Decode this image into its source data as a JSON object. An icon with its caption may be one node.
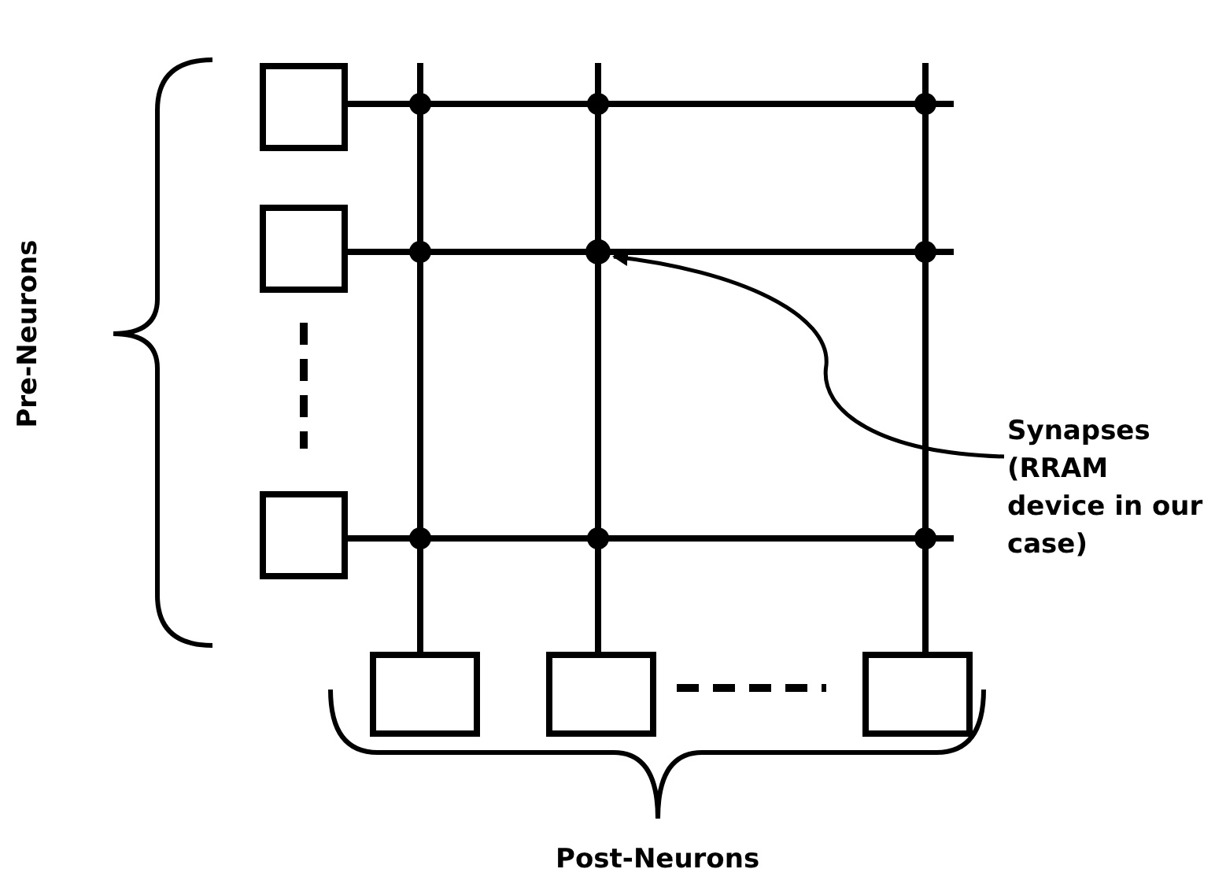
{
  "diagram": {
    "nodes": [
      {
        "text": [],
        "shape": "box"
      },
      {
        "text": [],
        "shape": "box"
      },
      {
        "text": [],
        "shape": "circle"
      },
      {
        "text": [
          "Synapses (RRAM device in our case)"
        ]
      },
      {
        "text": [],
        "shape": "box"
      },
      {
        "text": [],
        "shape": "box"
      },
      {
        "text": [],
        "shape": "box"
      },
      {
        "text": [],
        "shape": "box"
      }
    ],
    "edges": [
      {
        "from": 3,
        "to": 2,
        "arrow": "to"
      }
    ],
    "labels": [
      "Pre-Neurons",
      "Post-Neurons"
    ]
  }
}
